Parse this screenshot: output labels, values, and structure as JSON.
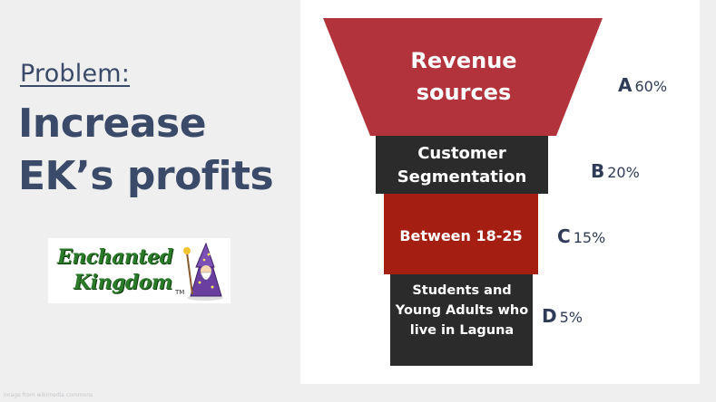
{
  "problem_label": "Problem:",
  "headline": {
    "line1": "Increase",
    "line2": "EK’s profits"
  },
  "logo": {
    "line1": "Enchanted",
    "line2": "Kingdom",
    "tm": "TM"
  },
  "funnel": {
    "stages": [
      {
        "label": "Revenue sources",
        "letter": "A",
        "percent": "60%",
        "color": "#b2333b"
      },
      {
        "label": "Customer Segmentation",
        "letter": "B",
        "percent": "20%",
        "color": "#2b2b2b"
      },
      {
        "label": "Between 18-25",
        "letter": "C",
        "percent": "15%",
        "color": "#a41f12"
      },
      {
        "label": "Students and Young Adults who live in Laguna",
        "letter": "D",
        "percent": "5%",
        "color": "#2b2b2b"
      }
    ]
  },
  "footnote": "Image from wikimedia commons"
}
